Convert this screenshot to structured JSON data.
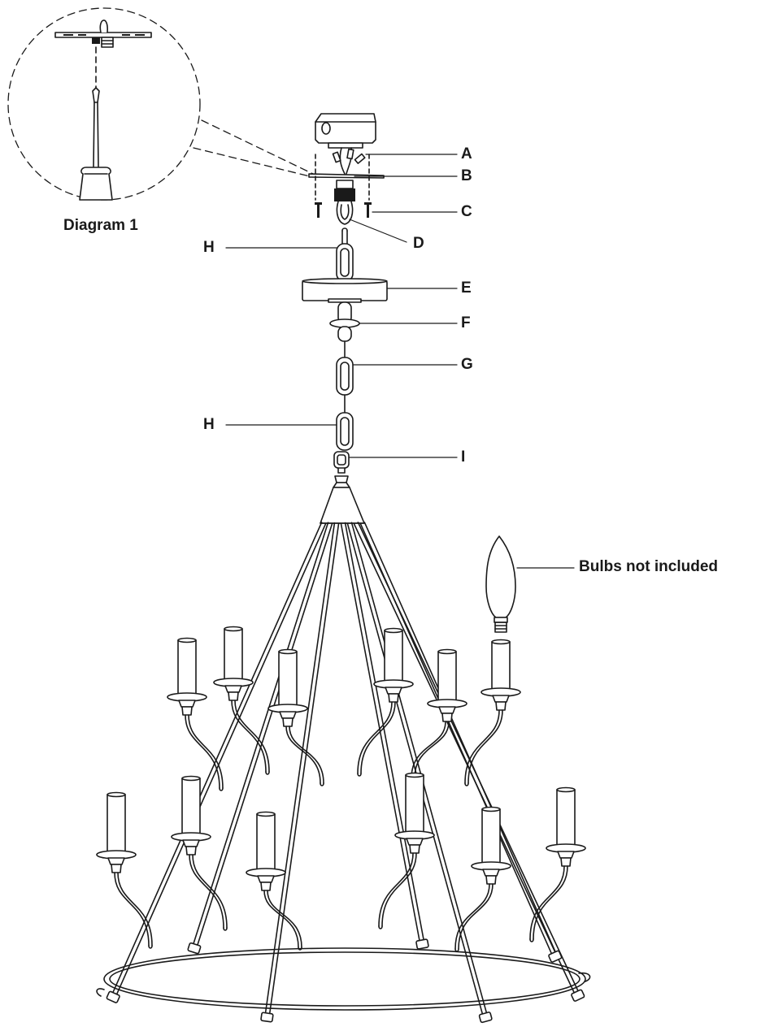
{
  "diagram": {
    "inset_caption": "Diagram 1",
    "bulb_note": "Bulbs not included",
    "callouts": {
      "A": "A",
      "B": "B",
      "C": "C",
      "D": "D",
      "E": "E",
      "F": "F",
      "G": "G",
      "H_top": "H",
      "H_bottom": "H",
      "I": "I"
    },
    "colors": {
      "line": "#1a1a1a",
      "background": "#ffffff",
      "fill": "#ffffff"
    }
  }
}
